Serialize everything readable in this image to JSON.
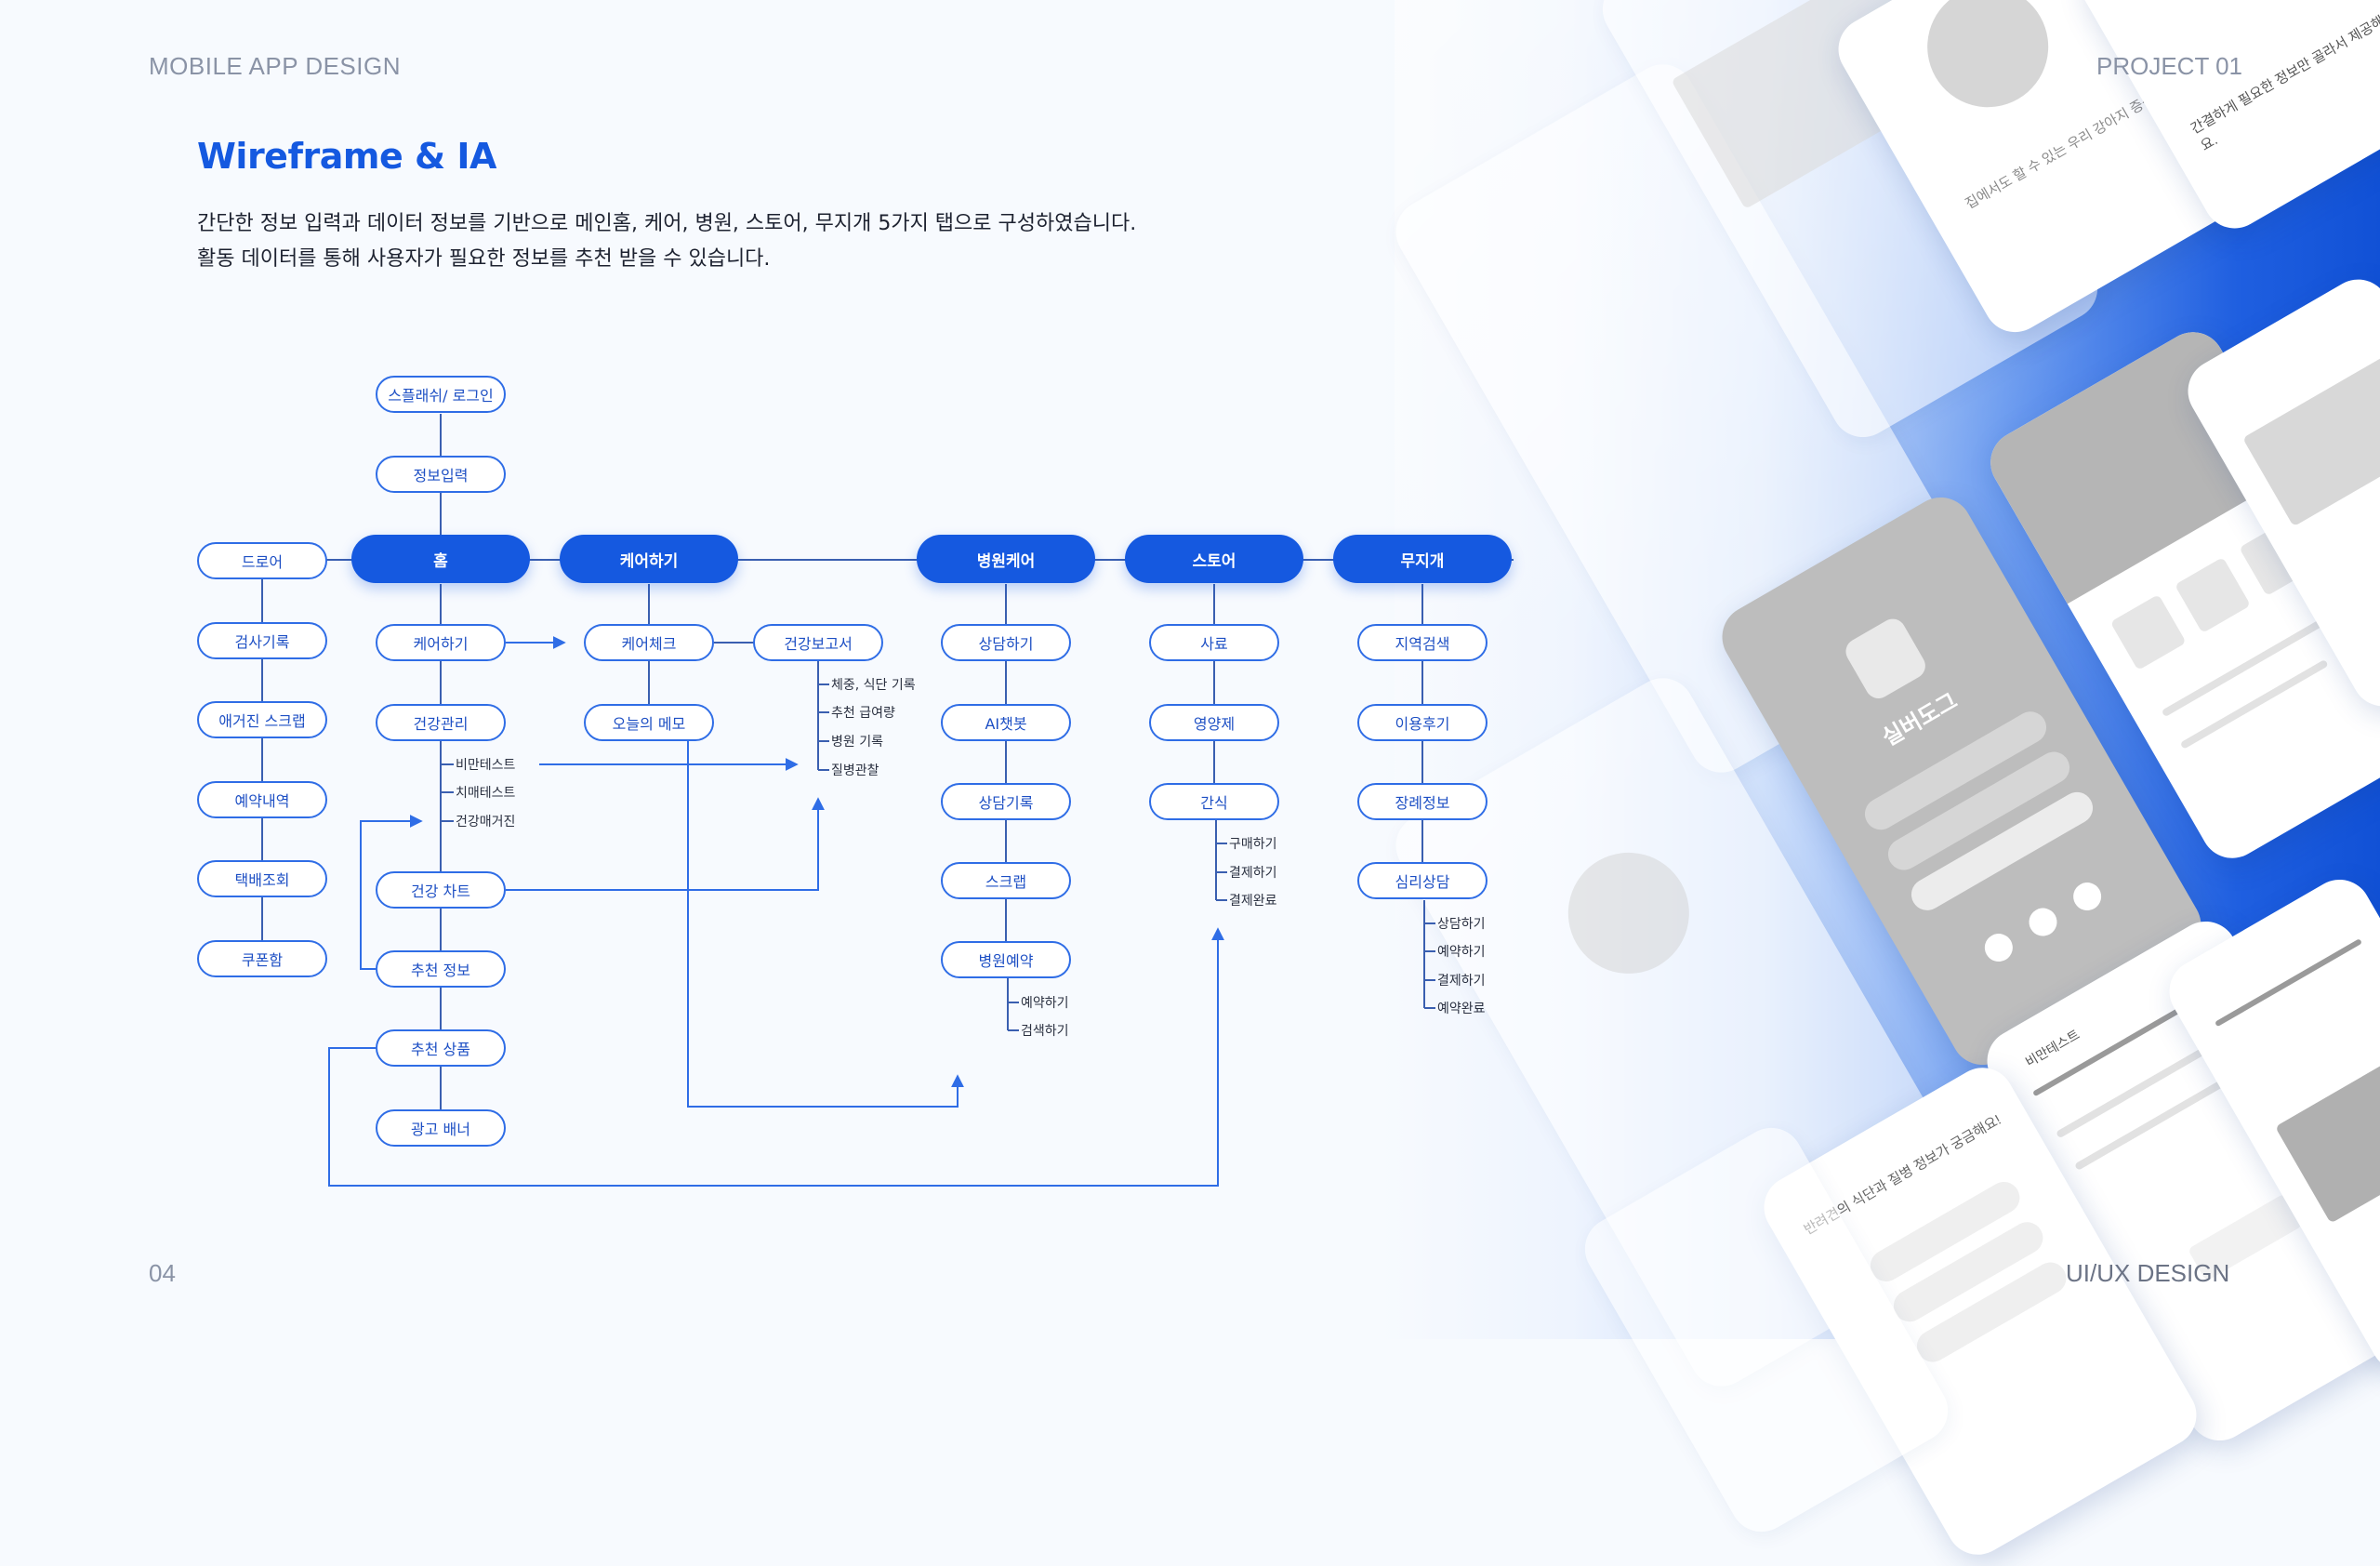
{
  "header": {
    "left": "MOBILE APP DESIGN",
    "right": "PROJECT 01"
  },
  "footer": {
    "page": "04",
    "right": "UI/UX DESIGN"
  },
  "title": "Wireframe & IA",
  "description": [
    "간단한 정보 입력과 데이터 정보를 기반으로 메인홈, 케어, 병원, 스토어, 무지개 5가지 탭으로 구성하였습니다.",
    "활동 데이터를 통해 사용자가 필요한 정보를 추천 받을 수 있습니다."
  ],
  "colors": {
    "accent": "#1559e0",
    "node_border": "#2f6de6",
    "line": "#3a6fd8"
  },
  "ia": {
    "splash": "스플래쉬/ 로그인",
    "info_input": "정보입력",
    "drawer": {
      "label": "드로어",
      "items": [
        "검사기록",
        "애거진 스크랩",
        "예약내역",
        "택배조회",
        "쿠폰함"
      ]
    },
    "home": {
      "label": "홈",
      "items": [
        "케어하기",
        "건강관리",
        "건강 차트",
        "추천 정보",
        "추천 상품",
        "광고 배너"
      ],
      "health_subs": [
        "비만테스트",
        "치매테스트",
        "건강매거진"
      ]
    },
    "care": {
      "label": "케어하기",
      "check": "케어체크",
      "memo": "오늘의 메모",
      "report": "건강보고서",
      "report_subs": [
        "체중, 식단 기록",
        "추천 급여량",
        "병원 기록",
        "질병관찰"
      ]
    },
    "hospital": {
      "label": "병원케어",
      "items": [
        "상담하기",
        "AI챗봇",
        "상담기록",
        "스크랩",
        "병원예약"
      ],
      "booking_subs": [
        "예약하기",
        "검색하기"
      ]
    },
    "store": {
      "label": "스토어",
      "items": [
        "사료",
        "영양제",
        "간식"
      ],
      "snack_subs": [
        "구매하기",
        "결제하기",
        "결제완료"
      ]
    },
    "rainbow": {
      "label": "무지개",
      "items": [
        "지역검색",
        "이용후기",
        "장례정보",
        "심리상담"
      ],
      "counsel_subs": [
        "상담하기",
        "예약하기",
        "결제하기",
        "예약완료"
      ]
    }
  },
  "wireframes": {
    "logo_text": "실버도그",
    "screen_texts": [
      "집에서도 할 수 있는 우리 강아지 증상",
      "간결하게 필요한 정보만 골라서 제공해요.",
      "비만테스트",
      "반려견의 식단과 질병 정보가 궁금해요!"
    ]
  }
}
